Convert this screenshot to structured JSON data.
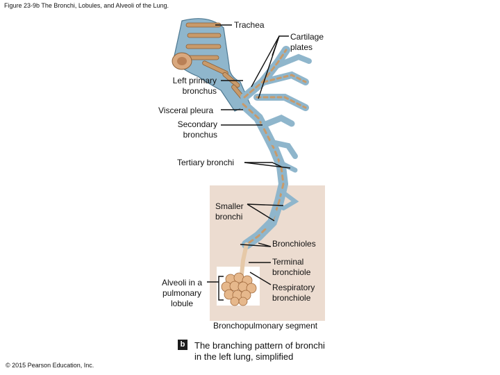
{
  "figure_title": "Figure 23-9b The Bronchi, Lobules, and Alveoli of the Lung.",
  "labels": {
    "trachea": "Trachea",
    "cartilage_1": "Cartilage",
    "cartilage_2": "plates",
    "left_primary_1": "Left primary",
    "left_primary_2": "bronchus",
    "visceral_pleura": "Visceral pleura",
    "secondary_1": "Secondary",
    "secondary_2": "bronchus",
    "tertiary": "Tertiary bronchi",
    "smaller_1": "Smaller",
    "smaller_2": "bronchi",
    "bronchioles": "Bronchioles",
    "terminal_1": "Terminal",
    "terminal_2": "bronchiole",
    "alveoli_1": "Alveoli in a",
    "alveoli_2": "pulmonary",
    "alveoli_3": "lobule",
    "respiratory_1": "Respiratory",
    "respiratory_2": "bronchiole",
    "segment": "Bronchopulmonary segment"
  },
  "panel_letter": "b",
  "caption_1": "The branching pattern of bronchi",
  "caption_2": "in the left lung, simplified",
  "copyright": "© 2015 Pearson Education, Inc.",
  "colors": {
    "bronchus": "#8fb6cc",
    "cartilage": "#c89a6a",
    "segment_bg": "#ecdcd0",
    "alveoli": "#e6b88c"
  }
}
